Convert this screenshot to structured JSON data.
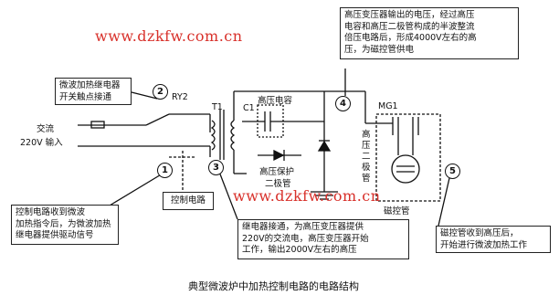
{
  "watermark": "www.dzkfw.com.cn",
  "caption": "典型微波炉中加热控制电路的电路结构",
  "notes": {
    "relay_contact": [
      "微波加热继电器",
      "开关触点接通"
    ],
    "control_signal": [
      "控制电路收到微波",
      "加热指令后，为微波加热",
      "继电器提供驱动信号"
    ],
    "relay_on": [
      "继电器接通，为高压变压器提供",
      "220V的交流电，高压变压器开始",
      "工作，输出2000V左右的高压"
    ],
    "high_voltage": [
      "高压变压器输出的电压，经过高压",
      "电容和高压二极管构成的半波整流",
      "倍压电路后，形成4000V左右的高",
      "压，为磁控管供电"
    ],
    "magnetron_work": [
      "磁控管收到高压后，",
      "开始进行微波加热工作"
    ]
  },
  "labels": {
    "ry2": "RY2",
    "ac_input_1": "交流",
    "ac_input_2": "220V 输入",
    "t1": "T1",
    "c1": "C1",
    "hv_capacitor": "高压电容",
    "hv_protect_1": "高压保护",
    "hv_protect_2": "二极管",
    "mg1": "MG1",
    "hv_diode": [
      "高",
      "压",
      "二",
      "极",
      "管"
    ],
    "magnetron": "磁控管",
    "control_circuit": "控制电路"
  },
  "markers": [
    "1",
    "2",
    "3",
    "4",
    "5"
  ]
}
